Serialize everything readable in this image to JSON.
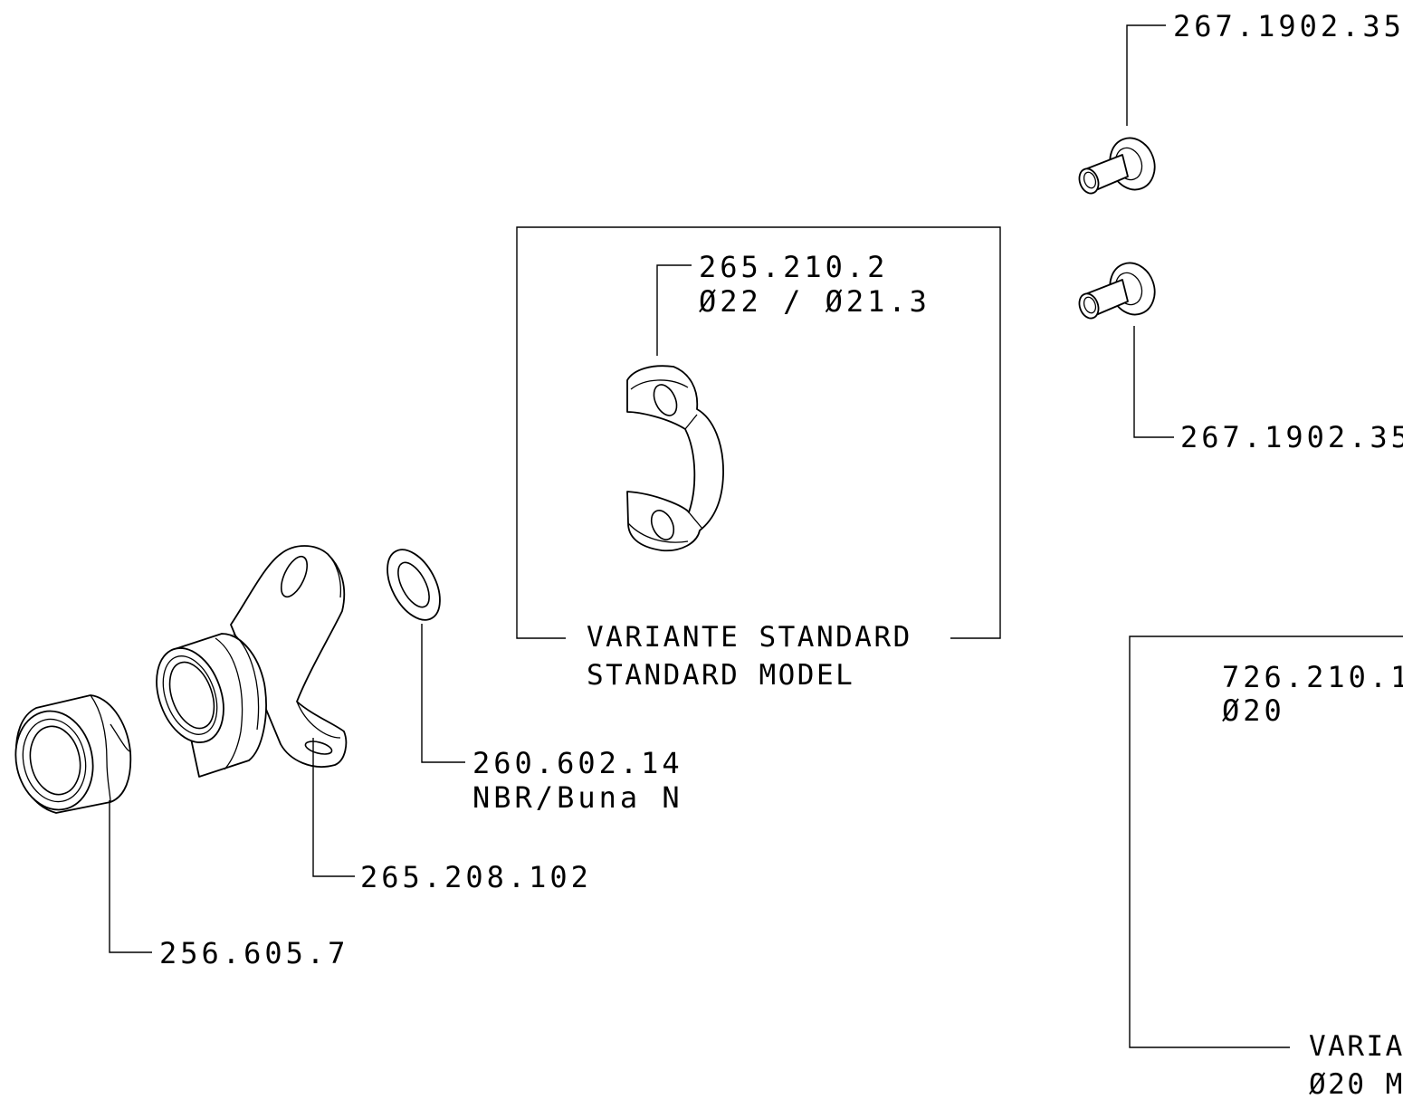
{
  "callouts": {
    "bolt_top": {
      "part_no": "267.1902.35"
    },
    "bolt_bottom": {
      "part_no": "267.1902.35"
    },
    "strap": {
      "part_no": "265.210.2",
      "size": "Ø22 / Ø21.3"
    },
    "yoke": {
      "part_no": "265.208.102"
    },
    "nut": {
      "part_no": "256.605.7"
    },
    "washer": {
      "part_no": "260.602.14",
      "material": "NBR/Buna N"
    },
    "variant_strap": {
      "part_no": "726.210.1",
      "size": "Ø20"
    }
  },
  "frames": {
    "standard": {
      "line1": "VARIANTE STANDARD",
      "line2": "STANDARD MODEL"
    },
    "variant": {
      "line1": "VARIA",
      "line2": "Ø20 M"
    }
  },
  "colors": {
    "ink": "#000000",
    "paper": "#ffffff"
  }
}
